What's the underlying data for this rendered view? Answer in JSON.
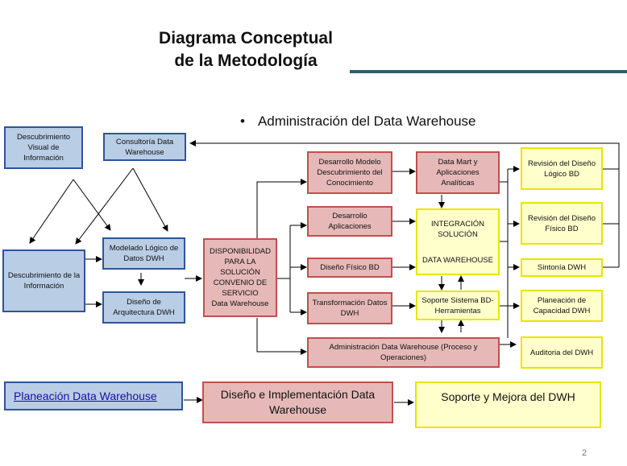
{
  "title": {
    "line1": "Diagrama Conceptual",
    "line2": "de la Metodología"
  },
  "subtitle": "Administración del Data Warehouse",
  "bullet": "•",
  "page_number": "2",
  "nodes": {
    "descubrimiento_visual": "Descubrimiento Visual de Información",
    "consultoria": "Consultoría Data Warehouse",
    "descubrimiento_info": "Descubrimiento de la Información",
    "modelado_logico": "Modelado Lógico de Datos DWH",
    "diseno_arquitectura": "Diseño de Arquitectura DWH",
    "disponibilidad": "DISPONIBILIDAD PARA LA SOLUCIÓN CONVENIO DE SERVICIO",
    "disponibilidad_sub": "Data Warehouse",
    "desarrollo_modelo": "Desarrollo Modelo Descubrimiento del Conocimiento",
    "desarrollo_aplicaciones": "Desarrollo Aplicaciones",
    "diseno_fisico": "Diseño Físico BD",
    "transformacion": "Transformación Datos DWH",
    "administracion": "Administración Data Warehouse (Proceso y Operaciones)",
    "data_mart": "Data Mart y Aplicaciones Analíticas",
    "integracion": "INTEGRACIÓN SOLUCIÓN",
    "integracion_sub": "DATA WAREHOUSE",
    "soporte_sistema": "Soporte Sistema BD-Herramientas",
    "revision_logico": "Revisión del Diseño Lógico BD",
    "revision_fisico": "Revisión del Diseño Físico BD",
    "sintonia": "Sintonía DWH",
    "planeacion_capacidad": "Planeación de Capacidad DWH",
    "auditoria": "Auditoria del DWH"
  },
  "phases": {
    "planeacion": "Planeación Data Warehouse",
    "diseno": "Diseño e Implementación Data Warehouse",
    "soporte": "Soporte y Mejora del DWH"
  }
}
